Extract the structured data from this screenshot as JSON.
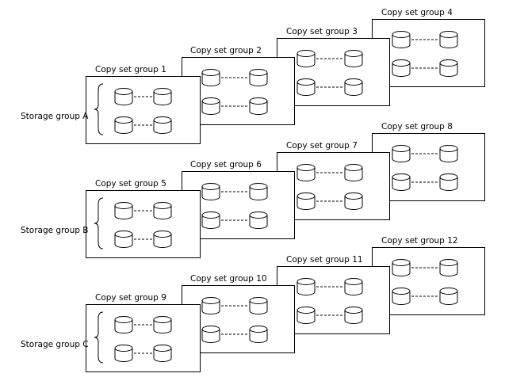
{
  "storage_groups": [
    {
      "label": "Storage group A",
      "copy_set_groups": [
        "Copy set group 1",
        "Copy set group 2",
        "Copy set group 3",
        "Copy set group 4"
      ]
    },
    {
      "label": "Storage group B",
      "copy_set_groups": [
        "Copy set group 5",
        "Copy set group 6",
        "Copy set group 7",
        "Copy set group 8"
      ]
    },
    {
      "label": "Storage group C",
      "copy_set_groups": [
        "Copy set group 9",
        "Copy set group 10",
        "Copy set group 11",
        "Copy set group 12"
      ]
    }
  ]
}
